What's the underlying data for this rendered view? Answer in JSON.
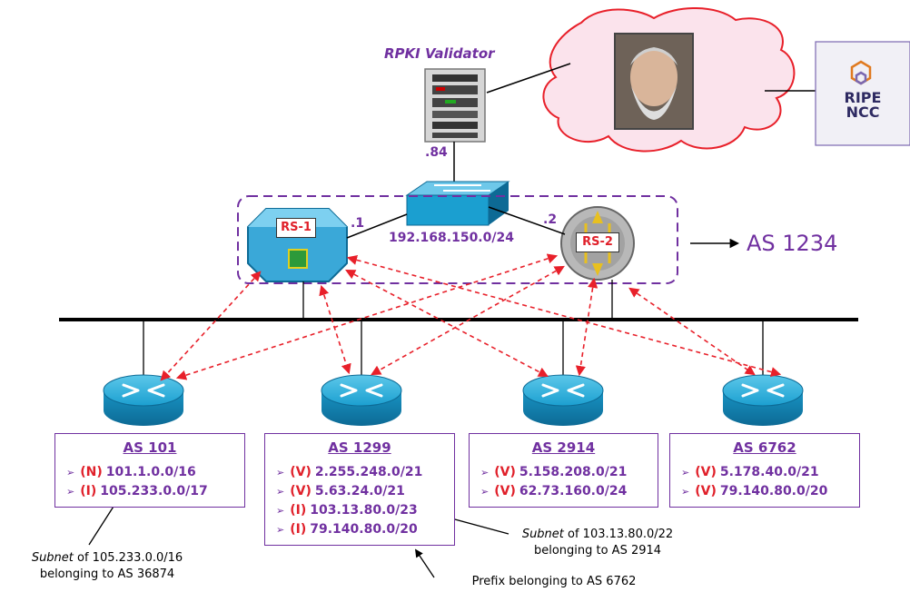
{
  "validator": {
    "title": "RPKI Validator",
    "ip": ".84"
  },
  "rs1": {
    "label": "RS-1",
    "ip": ".1"
  },
  "rs2": {
    "label": "RS-2",
    "ip": ".2"
  },
  "subnet": "192.168.150.0/24",
  "as_label": "AS 1234",
  "ripe_logo": {
    "line1": "RIPE",
    "line2": "NCC"
  },
  "as_boxes": [
    {
      "title": "AS 101",
      "prefixes": [
        {
          "status": "(N)",
          "prefix": "101.1.0.0/16"
        },
        {
          "status": "(I)",
          "prefix": "105.233.0.0/17"
        }
      ]
    },
    {
      "title": "AS 1299",
      "prefixes": [
        {
          "status": "(V)",
          "prefix": "2.255.248.0/21"
        },
        {
          "status": "(V)",
          "prefix": "5.63.24.0/21"
        },
        {
          "status": "(I)",
          "prefix": "103.13.80.0/23"
        },
        {
          "status": "(I)",
          "prefix": "79.140.80.0/20"
        }
      ]
    },
    {
      "title": "AS 2914",
      "prefixes": [
        {
          "status": "(V)",
          "prefix": "5.158.208.0/21"
        },
        {
          "status": "(V)",
          "prefix": "62.73.160.0/24"
        }
      ]
    },
    {
      "title": "AS 6762",
      "prefixes": [
        {
          "status": "(V)",
          "prefix": "5.178.40.0/21"
        },
        {
          "status": "(V)",
          "prefix": "79.140.80.0/20"
        }
      ]
    }
  ],
  "notes": {
    "n1": {
      "italic": "Subnet",
      "line1_rest": " of 105.233.0.0/16",
      "line2": "belonging to AS 36874"
    },
    "n2": {
      "italic": "Subnet",
      "line1_rest": " of 103.13.80.0/22",
      "line2": "belonging to AS 2914"
    },
    "n3": {
      "text": "Prefix belonging to AS 6762"
    }
  },
  "colors": {
    "accent": "#7030a0",
    "status": "#e0202a",
    "router": "#1aa0d0",
    "dash": "#e8202a"
  }
}
